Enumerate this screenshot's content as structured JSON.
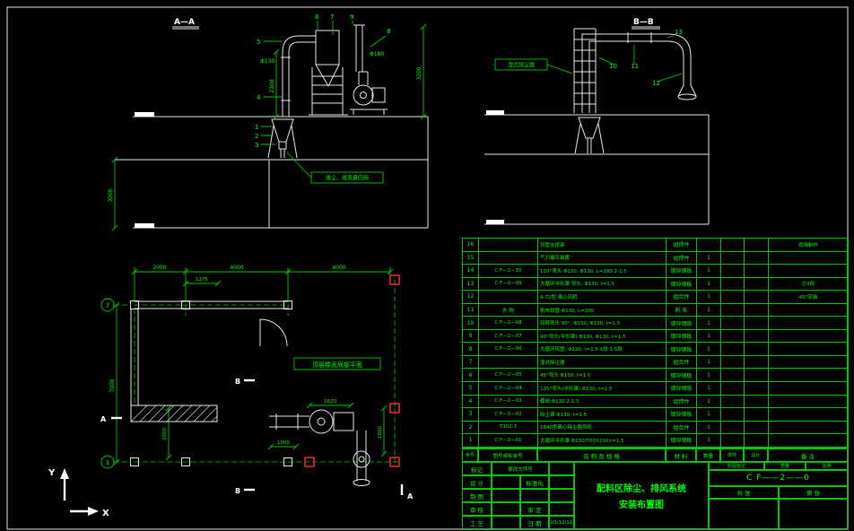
{
  "drawing": {
    "section_aa": {
      "label": "A—A",
      "callouts": [
        "1",
        "2",
        "3",
        "4",
        "5",
        "6",
        "7",
        "8",
        "9"
      ],
      "dim_height": "2300",
      "dim_stack": "3200",
      "dim_floor": "3000",
      "dia_duct": "Φ130",
      "dia_outlet": "Φ180",
      "note": "排尘、排风管回用"
    },
    "section_bb": {
      "label": "B—B",
      "callouts": [
        "10",
        "11",
        "12",
        "13"
      ],
      "note": "湿式除尘器"
    },
    "plan": {
      "label": "顶层楼面局部平面",
      "dim_top": [
        "2000",
        "4000",
        "4000"
      ],
      "dim_sub": "1275",
      "dim_left": "7000",
      "dim_inner1": "2000",
      "dim_inner2": "1000",
      "dim_inner3": "1620",
      "dim_inner4": "1800",
      "grid_top": "7",
      "grid_bottom": "1",
      "marker_a": "A",
      "marker_b": "B"
    },
    "axes": {
      "y": "Y",
      "x": "X"
    }
  },
  "bom": {
    "header": {
      "seq": "序号",
      "dwg": "图号或标准号",
      "name": "名 称 及 规 格",
      "material": "材 料",
      "qty": "数量",
      "unit": "单件",
      "total": "总计",
      "remark": "备 注"
    },
    "rows": [
      {
        "seq": "16",
        "dwg": "",
        "name": "风管支撑架",
        "material": "组焊件",
        "qty": "",
        "remark": "现场制作"
      },
      {
        "seq": "15",
        "dwg": "",
        "name": "气力输灰装置",
        "material": "组焊件",
        "qty": "1",
        "remark": ""
      },
      {
        "seq": "14",
        "dwg": "C F—2—10",
        "name": "120°弯头 Φ130, Φ130, L=280 2-1.5",
        "material": "镀锌钢板",
        "qty": "1",
        "remark": ""
      },
      {
        "seq": "13",
        "dwg": "C F—2—09",
        "name": "大循环伞形罩 弯头, Φ130, t=1.5",
        "material": "镀锌钢板",
        "qty": "1",
        "remark": "分2段"
      },
      {
        "seq": "12",
        "dwg": "",
        "name": "4-72型 离心风机",
        "material": "组合件",
        "qty": "1",
        "remark": "45°安装"
      },
      {
        "seq": "11",
        "dwg": "外 购",
        "name": "帆布软管 Φ130, L=200",
        "material": "帆 布",
        "qty": "1",
        "remark": ""
      },
      {
        "seq": "10",
        "dwg": "C F—2—08",
        "name": "回转弯头 90°, Φ130, Φ130, t=1.5",
        "material": "镀锌钢板",
        "qty": "1",
        "remark": ""
      },
      {
        "seq": "9",
        "dwg": "C F—2—07",
        "name": "90°弯头(伞形罩) Φ130, Φ130, t=1.5",
        "material": "镀锌钢板",
        "qty": "1",
        "remark": ""
      },
      {
        "seq": "8",
        "dwg": "C F—2—06",
        "name": "大循环风管, Φ130, t=1.5 1段-1.5段",
        "material": "镀锌钢板",
        "qty": "1",
        "remark": ""
      },
      {
        "seq": "7",
        "dwg": "",
        "name": "湿式除尘器",
        "material": "组合件",
        "qty": "1",
        "remark": ""
      },
      {
        "seq": "6",
        "dwg": "C F—2—05",
        "name": "45°弯头 Φ130, t=1.5",
        "material": "镀锌钢板",
        "qty": "1",
        "remark": ""
      },
      {
        "seq": "5",
        "dwg": "C F—2—04",
        "name": "135°弯头(伞形罩) Φ130, t=1.5",
        "material": "镀锌钢板",
        "qty": "1",
        "remark": ""
      },
      {
        "seq": "4",
        "dwg": "C F—2—03",
        "name": "蝶阀 Φ130 2-1.5",
        "material": "组焊件",
        "qty": "1",
        "remark": ""
      },
      {
        "seq": "3",
        "dwg": "C F—2—02",
        "name": "吸尘罩 Φ130, t=1.5",
        "material": "镀锌钢板",
        "qty": "1",
        "remark": ""
      },
      {
        "seq": "2",
        "dwg": "T302-7",
        "name": "1840型离心除尘器风机",
        "material": "组合件",
        "qty": "1",
        "remark": ""
      },
      {
        "seq": "1",
        "dwg": "C F—2—01",
        "name": "大循环伞形罩 Φ130/700X210,t=1.5",
        "material": "镀锌钢板",
        "qty": "1",
        "remark": ""
      }
    ]
  },
  "title_block": {
    "mark": "标记",
    "change_doc": "更改文件号",
    "design": "设 计",
    "standardize": "标准化",
    "draft": "制 图",
    "check": "审 核",
    "approve": "审 定",
    "process": "工 艺",
    "date_label": "日 期",
    "date": "03/12/11",
    "stage": "阶段标记",
    "mass": "质量",
    "scale": "比例",
    "title_line1": "配料区除尘、排风系统",
    "title_line2": "安装布置图",
    "drawing_no": "C F——2——0",
    "sheet_total": "共  张",
    "sheet_no": "第  张"
  }
}
